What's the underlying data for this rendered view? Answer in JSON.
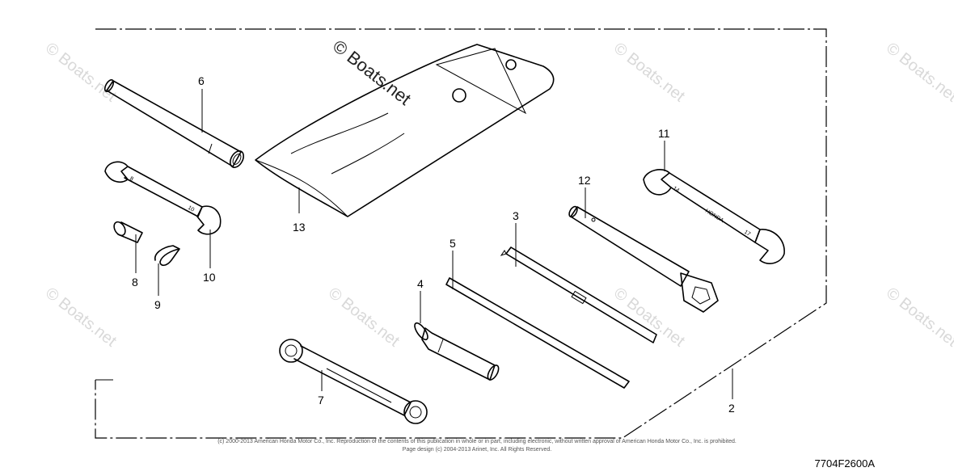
{
  "watermark": {
    "main": "© Boats.net",
    "faint": "© Boats.net"
  },
  "callouts": {
    "c1": "6",
    "c2": "13",
    "c3": "11",
    "c4": "12",
    "c5": "10",
    "c6": "8",
    "c7": "9",
    "c8": "3",
    "c9": "5",
    "c10": "4",
    "c11": "7",
    "c12": "2"
  },
  "footer": {
    "copyright_line1": "(c) 2000-2013 American Honda Motor Co., Inc. Reproduction of the contents of this publication in whole or in part, including electronic, without written approval of American Honda Motor Co., Inc. is prohibited.",
    "copyright_line2": "Page design (c) 2004-2013 Arinet, Inc. All Rights Reserved.",
    "diagram_code": "7704F2600A"
  }
}
